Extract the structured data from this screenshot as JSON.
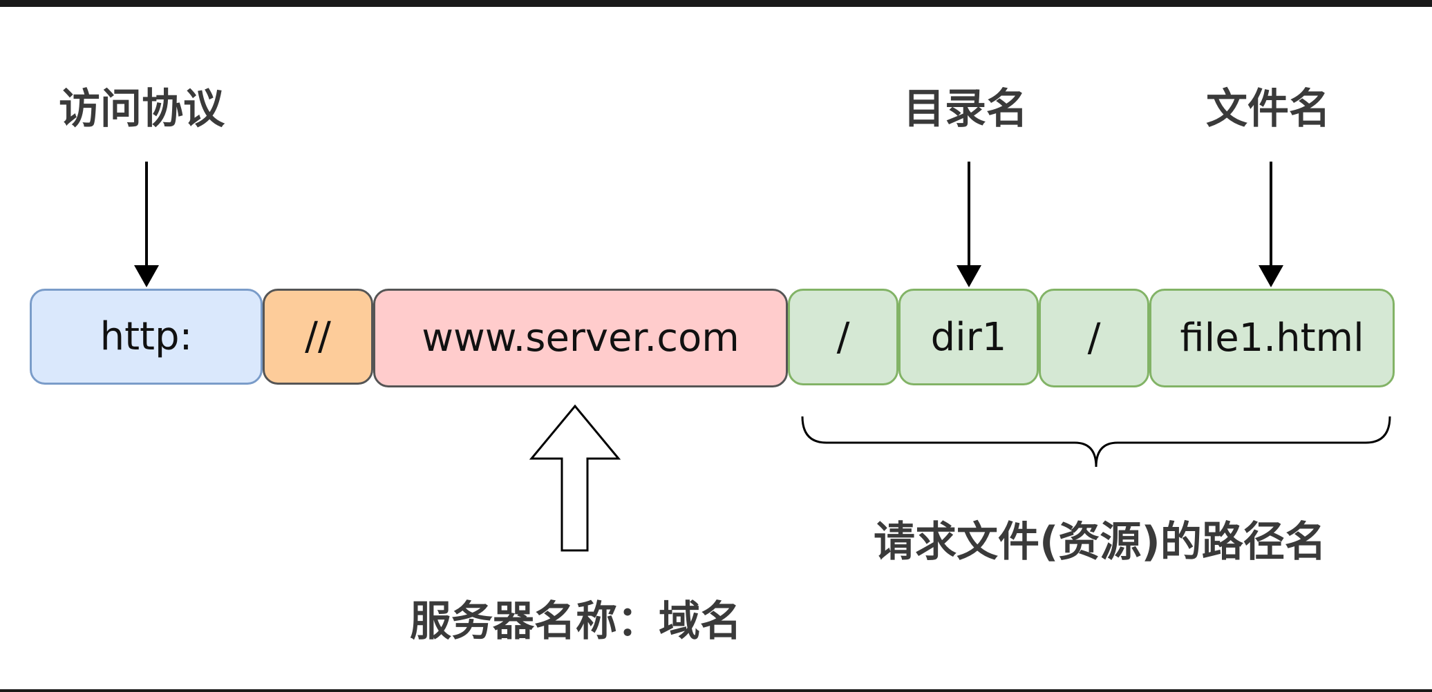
{
  "labels": {
    "protocol": "访问协议",
    "directory": "目录名",
    "filename": "文件名",
    "server": "服务器名称：域名",
    "path": "请求文件(资源)的路径名"
  },
  "segments": [
    {
      "text": "http:",
      "color": "#dae8fc"
    },
    {
      "text": "//",
      "color": "#fdcc9a"
    },
    {
      "text": "www.server.com",
      "color": "#ffcccc"
    },
    {
      "text": "/",
      "color": "#d5e8d4"
    },
    {
      "text": "dir1",
      "color": "#d5e8d4"
    },
    {
      "text": "/",
      "color": "#d5e8d4"
    },
    {
      "text": "file1.html",
      "color": "#d5e8d4"
    }
  ]
}
